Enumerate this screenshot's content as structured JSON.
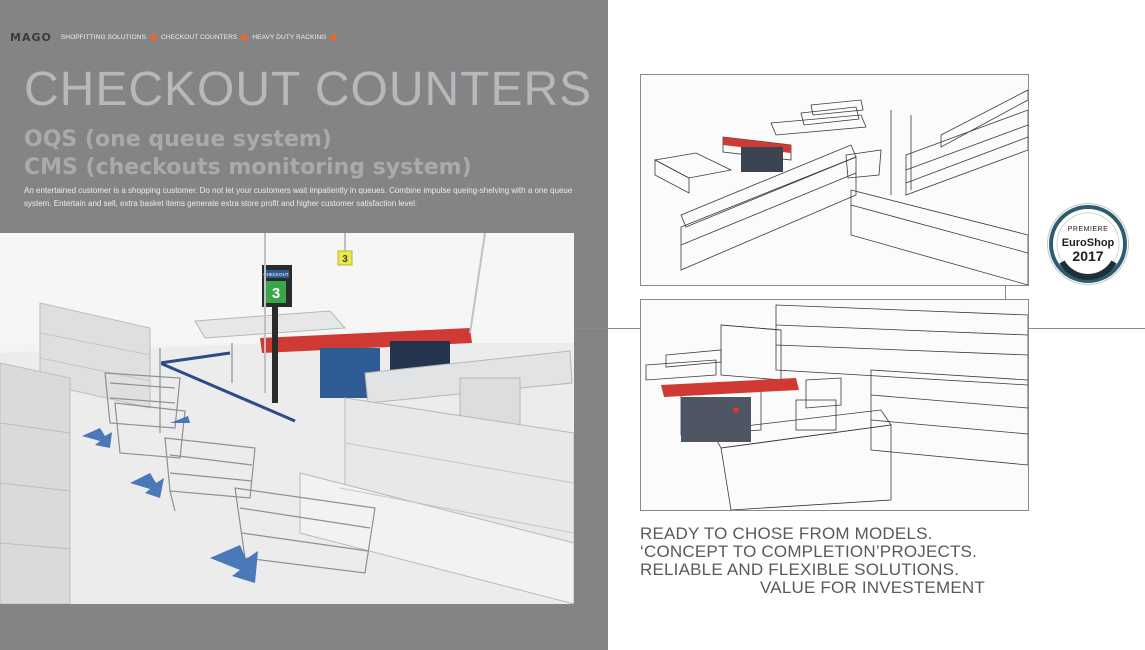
{
  "nav": {
    "logo": "MAGO",
    "items": [
      "SHOPFITTING SOLUTIONS",
      "CHECKOUT COUNTERS",
      "HEAVY DUTY RACKING"
    ]
  },
  "header": {
    "title": "CHECKOUT COUNTERS",
    "subtitle_1": "OQS (one queue system)",
    "subtitle_2": "CMS (checkouts monitoring system)",
    "intro": "An entertained customer is a shopping customer. Do not let your customers wait impatiently in queues. Combine impulse queing-shelving with a one queue system. Entertain and sell, extra basket items generate extra store profit and higher customer satisfaction level."
  },
  "scene": {
    "monitor_title": "CHECKOUT",
    "monitor_number": "3",
    "hanging_sign_number": "3"
  },
  "badge": {
    "premiere": "PREMIERE",
    "name": "EuroShop",
    "year": "2017"
  },
  "tagline": {
    "line1": "READY TO CHOSE FROM MODELS.",
    "line2": "‘CONCEPT TO COMPLETION’PROJECTS.",
    "line3": "RELIABLE AND FLEXIBLE SOLUTIONS.",
    "line4": "VALUE FOR INVESTEMENT"
  },
  "colors": {
    "panel": "#838486",
    "accent_orange": "#e06a34",
    "counter_red": "#d93a34",
    "counter_blue": "#2f5b95",
    "arrow_blue": "#4a78b8",
    "tagline": "#58595b"
  }
}
